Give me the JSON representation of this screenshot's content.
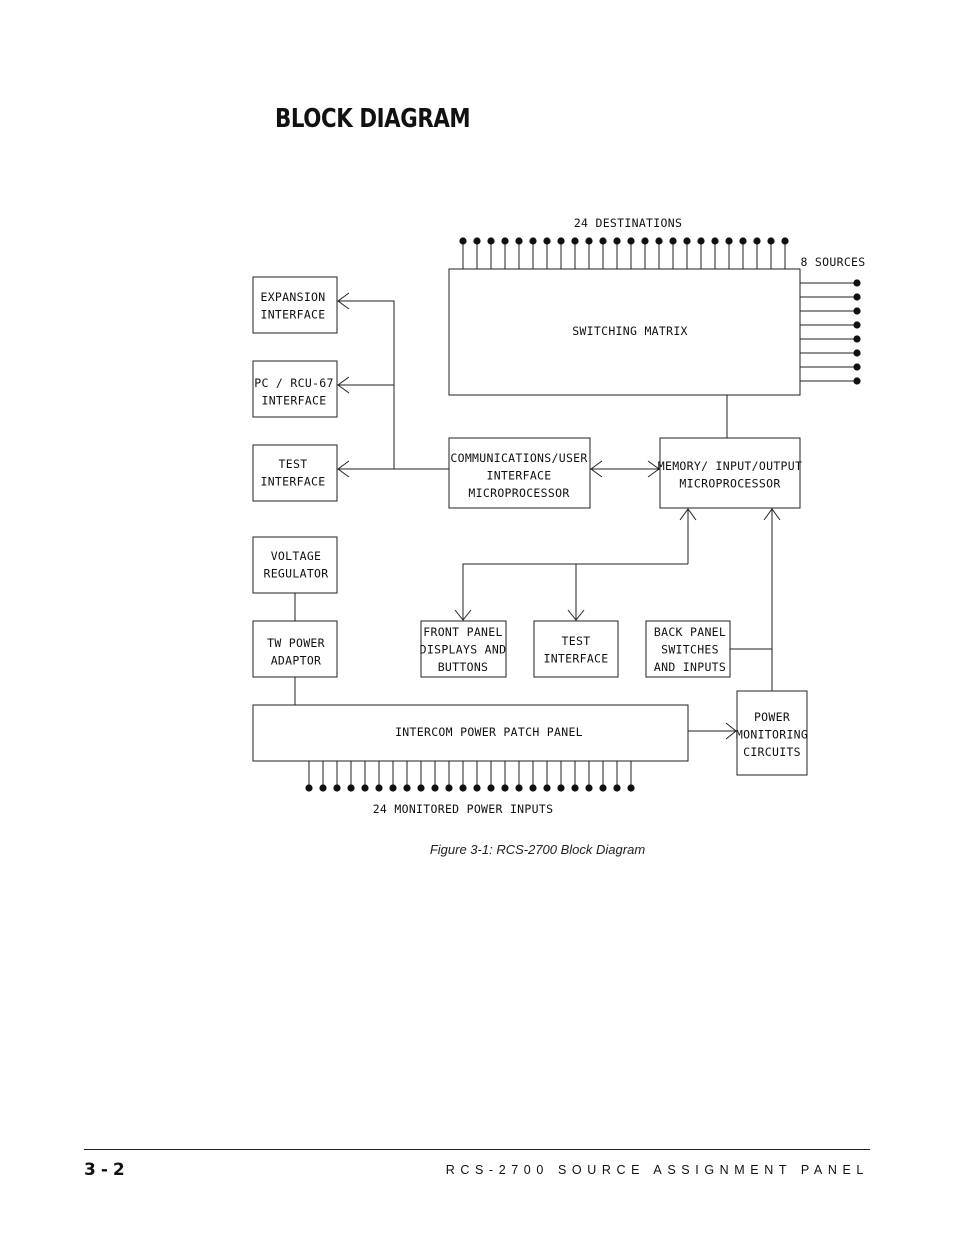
{
  "page": {
    "title": "BLOCK DIAGRAM",
    "caption": "Figure 3-1: RCS-2700 Block Diagram",
    "footer_page": "3-2",
    "footer_title": "RCS-2700 SOURCE ASSIGNMENT PANEL"
  },
  "diagram": {
    "top_label": "24 DESTINATIONS",
    "side_label": "8 SOURCES",
    "bottom_label": "24 MONITORED POWER INPUTS",
    "destinations_count": 24,
    "sources_count": 8,
    "power_inputs_count": 24,
    "blocks": {
      "switching_matrix": [
        "SWITCHING MATRIX"
      ],
      "expansion_interface": [
        "EXPANSION",
        "INTERFACE"
      ],
      "pc_interface": [
        "PC / RCU-67",
        "INTERFACE"
      ],
      "test_interface_left": [
        "TEST",
        "INTERFACE"
      ],
      "comm_micro": [
        "COMMUNICATIONS/USER",
        "INTERFACE",
        "MICROPROCESSOR"
      ],
      "memory_micro": [
        "MEMORY/ INPUT/OUTPUT",
        "MICROPROCESSOR"
      ],
      "voltage_regulator": [
        "VOLTAGE",
        "REGULATOR"
      ],
      "tw_power_adaptor": [
        "TW POWER",
        "ADAPTOR"
      ],
      "front_panel": [
        "FRONT PANEL",
        "DISPLAYS AND",
        "BUTTONS"
      ],
      "test_interface_mid": [
        "TEST",
        "INTERFACE"
      ],
      "back_panel": [
        "BACK PANEL",
        "SWITCHES",
        "AND INPUTS"
      ],
      "intercom_patch": [
        "INTERCOM POWER PATCH PANEL"
      ],
      "power_monitoring": [
        "POWER",
        "MONITORING",
        "CIRCUITS"
      ]
    }
  }
}
